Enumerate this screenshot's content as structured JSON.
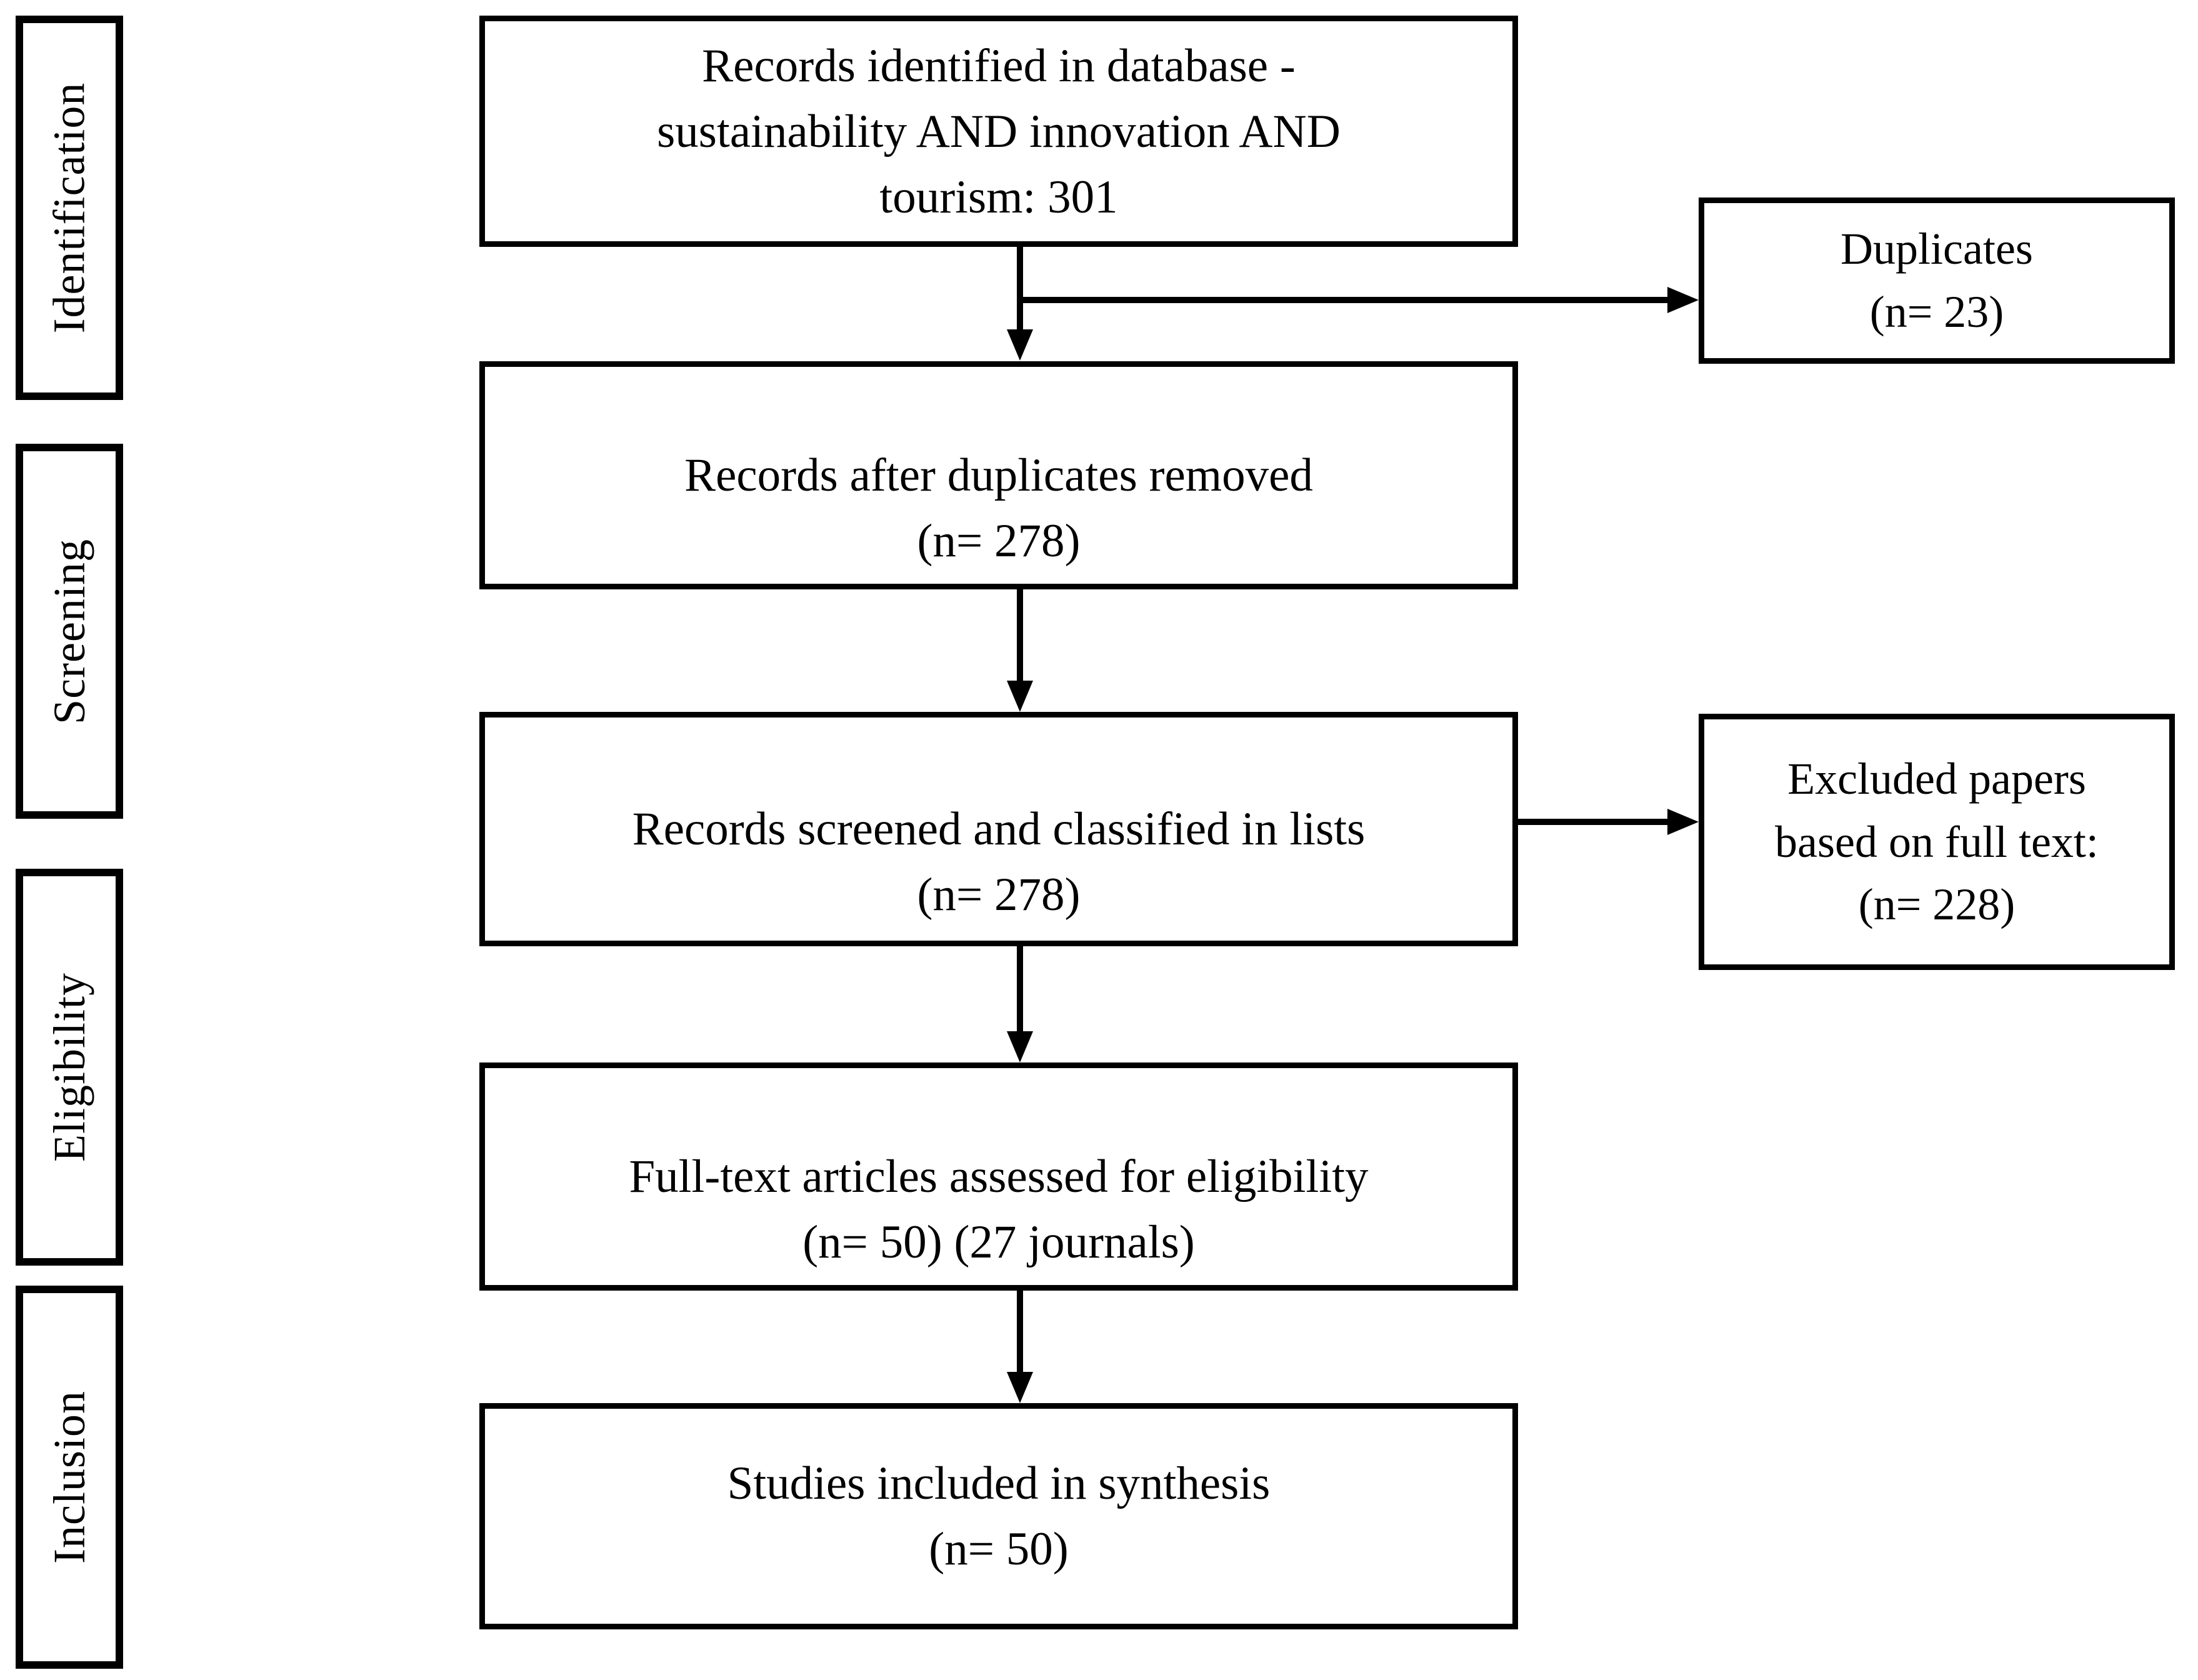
{
  "diagram": {
    "stages": [
      {
        "label": "Identification"
      },
      {
        "label": "Screening"
      },
      {
        "label": "Eligibility"
      },
      {
        "label": "Inclusion"
      }
    ],
    "flow": [
      {
        "lines": [
          "Records identified in database -",
          "sustainability AND innovation AND",
          "tourism: 301"
        ]
      },
      {
        "lines": [
          "Records after duplicates removed",
          "(n= 278)"
        ]
      },
      {
        "lines": [
          "Records screened and classified in lists",
          "(n= 278)"
        ]
      },
      {
        "lines": [
          "Full-text articles assessed for eligibility",
          "(n= 50) (27 journals)"
        ]
      },
      {
        "lines": [
          "Studies included in synthesis",
          "(n= 50)"
        ]
      }
    ],
    "side": [
      {
        "lines": [
          "Duplicates",
          "(n= 23)"
        ]
      },
      {
        "lines": [
          "Excluded papers",
          "based on full text:",
          "(n= 228)"
        ]
      }
    ],
    "colors": {
      "background": "#ffffff",
      "border": "#000000",
      "text": "#000000"
    }
  }
}
